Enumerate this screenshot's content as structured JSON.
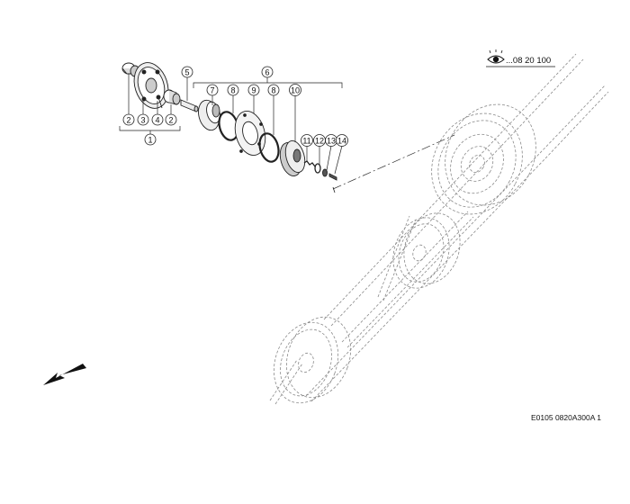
{
  "diagram": {
    "reference": {
      "label": "...08 20 100"
    },
    "drawing_code": "E0105 0820A300A 1",
    "callouts": [
      {
        "id": "c-5",
        "number": "5"
      },
      {
        "id": "c-6",
        "number": "6"
      },
      {
        "id": "c-7",
        "number": "7"
      },
      {
        "id": "c-8a",
        "number": "8"
      },
      {
        "id": "c-9",
        "number": "9"
      },
      {
        "id": "c-8b",
        "number": "8"
      },
      {
        "id": "c-10",
        "number": "10"
      },
      {
        "id": "c-11",
        "number": "11"
      },
      {
        "id": "c-12",
        "number": "12"
      },
      {
        "id": "c-13",
        "number": "13"
      },
      {
        "id": "c-14",
        "number": "14"
      },
      {
        "id": "c-2a",
        "number": "2"
      },
      {
        "id": "c-3",
        "number": "3"
      },
      {
        "id": "c-4",
        "number": "4"
      },
      {
        "id": "c-2b",
        "number": "2"
      },
      {
        "id": "c-1",
        "number": "1"
      }
    ],
    "icons": [
      "eye-icon",
      "direction-arrow-icon"
    ]
  }
}
